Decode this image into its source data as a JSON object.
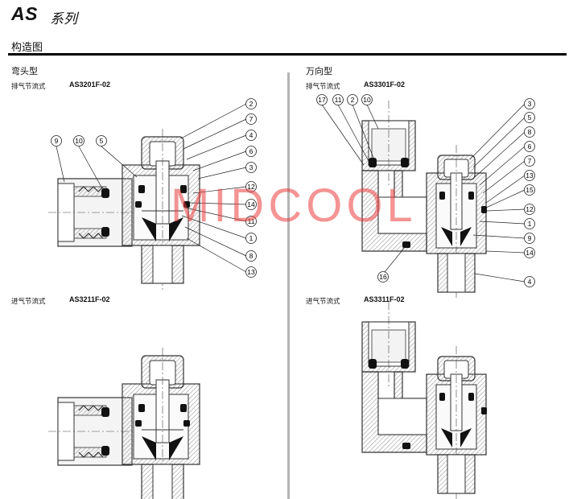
{
  "header": {
    "title_latin": "AS",
    "title_cn": "系列",
    "section": "构造图"
  },
  "groups": {
    "left": {
      "title": "弯头型"
    },
    "right": {
      "title": "万向型"
    }
  },
  "variants": [
    {
      "subtitle": "排气节流式",
      "model": "AS3201F-02"
    },
    {
      "subtitle": "进气节流式",
      "model": "AS3211F-02"
    },
    {
      "subtitle": "排气节流式",
      "model": "AS3301F-02"
    },
    {
      "subtitle": "进气节流式",
      "model": "AS3311F-02"
    }
  ],
  "callouts": {
    "fig1": [
      "2",
      "7",
      "4",
      "6",
      "3",
      "12",
      "14",
      "11",
      "1",
      "8",
      "13",
      "9",
      "10",
      "5"
    ],
    "fig3": [
      "17",
      "11",
      "2",
      "10",
      "3",
      "5",
      "8",
      "6",
      "7",
      "13",
      "15",
      "12",
      "1",
      "9",
      "14",
      "4",
      "16"
    ]
  },
  "watermark": "MIDCOOL"
}
